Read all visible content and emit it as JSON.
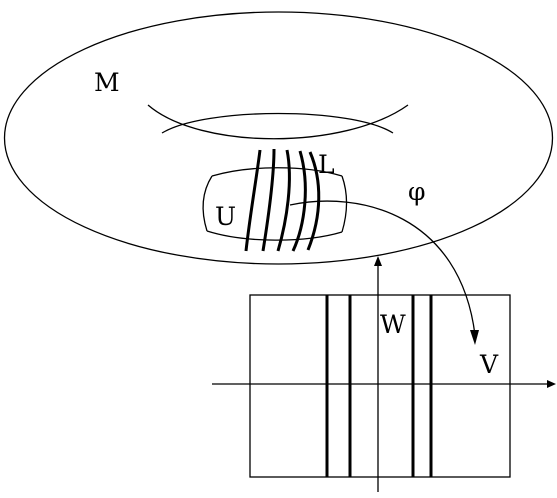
{
  "diagram": {
    "labels": {
      "manifold": "M",
      "leaf": "L",
      "chart_domain": "U",
      "chart_map": "φ",
      "transversal_axis": "W",
      "leaf_axis": "V"
    },
    "colors": {
      "stroke": "#000000",
      "background": "#ffffff"
    }
  }
}
